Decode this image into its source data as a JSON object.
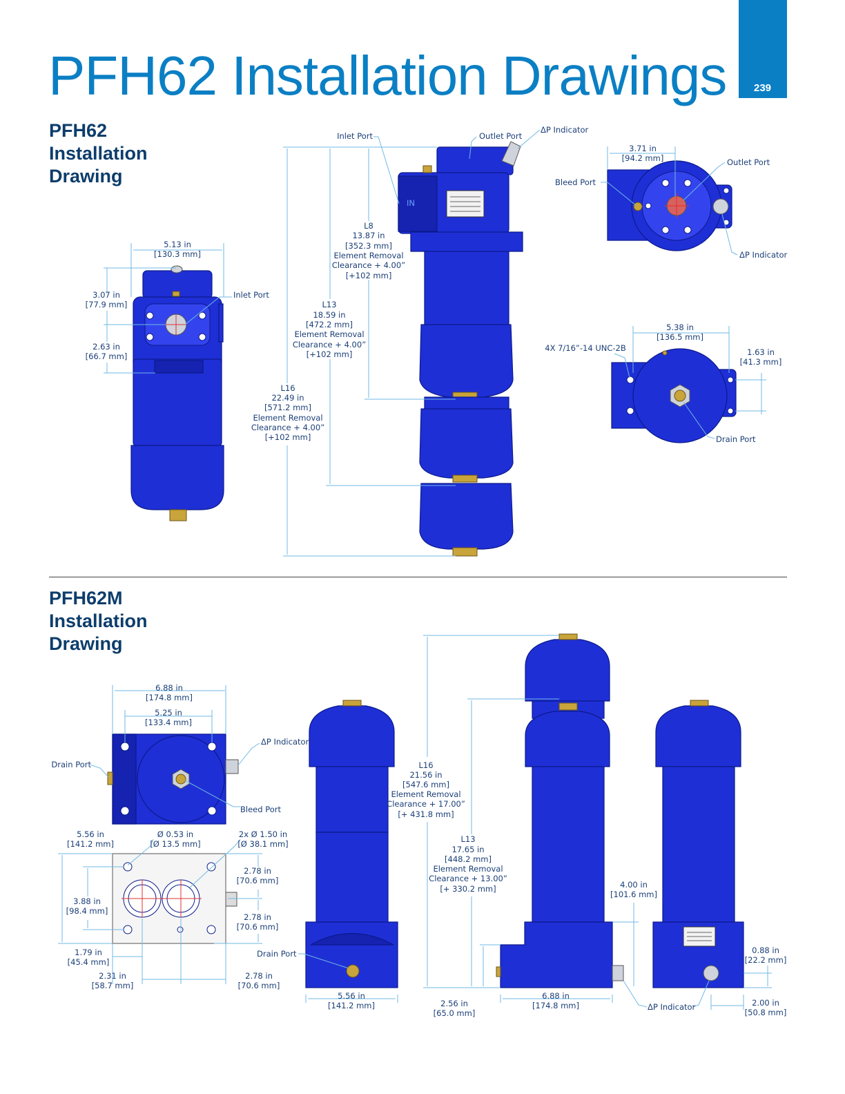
{
  "header": {
    "title": "PFH62 Installation Drawings",
    "page_number": "239"
  },
  "sections": [
    {
      "title_line1": "PFH62",
      "title_line2": "Installation",
      "title_line3": "Drawing"
    },
    {
      "title_line1": "PFH62M",
      "title_line2": "Installation",
      "title_line3": "Drawing"
    }
  ],
  "pfh62": {
    "inlet_port": "Inlet Port",
    "outlet_port": "Outlet Port",
    "dp_indicator": "ΔP Indicator",
    "bleed_port": "Bleed Port",
    "drain_port": "Drain Port",
    "in_mark": "IN",
    "thread": "4X 7/16”-14 UNC-2B",
    "front_width": [
      "5.13 in",
      "[130.3 mm]"
    ],
    "front_h1": [
      "3.07 in",
      "[77.9 mm]"
    ],
    "front_h2": [
      "2.63 in",
      "[66.7 mm]"
    ],
    "l8": [
      "L8",
      "13.87 in",
      "[352.3 mm]",
      "Element Removal",
      "Clearance + 4.00”",
      "[+102 mm]"
    ],
    "l13": [
      "L13",
      "18.59 in",
      "[472.2 mm]",
      "Element Removal",
      "Clearance + 4.00”",
      "[+102 mm]"
    ],
    "l16": [
      "L16",
      "22.49 in",
      "[571.2 mm]",
      "Element Removal",
      "Clearance + 4.00”",
      "[+102 mm]"
    ],
    "top_width": [
      "3.71 in",
      "[94.2 mm]"
    ],
    "bottom_width": [
      "5.38 in",
      "[136.5 mm]"
    ],
    "bottom_offset": [
      "1.63 in",
      "[41.3 mm]"
    ]
  },
  "pfh62m": {
    "drain_port": "Drain Port",
    "dp_indicator": "ΔP Indicator",
    "bleed_port": "Bleed Port",
    "top_w1": [
      "6.88 in",
      "[174.8 mm]"
    ],
    "top_w2": [
      "5.25 in",
      "[133.4 mm]"
    ],
    "plan_w": [
      "5.56 in",
      "[141.2 mm]"
    ],
    "bolt_dia": [
      "Ø 0.53 in",
      "[Ø 13.5 mm]"
    ],
    "port_dia": [
      "2x Ø 1.50 in",
      "[Ø 38.1 mm]"
    ],
    "plan_r1": [
      "2.78 in",
      "[70.6 mm]"
    ],
    "plan_r2": [
      "2.78 in",
      "[70.6 mm]"
    ],
    "plan_h": [
      "3.88 in",
      "[98.4 mm]"
    ],
    "plan_x1": [
      "1.79 in",
      "[45.4 mm]"
    ],
    "plan_x2": [
      "2.31 in",
      "[58.7 mm]"
    ],
    "plan_x3": [
      "2.78 in",
      "[70.6 mm]"
    ],
    "base_w1": [
      "5.56 in",
      "[141.2 mm]"
    ],
    "l16": [
      "L16",
      "21.56 in",
      "[547.6 mm]",
      "Element Removal",
      "Clearance + 17.00”",
      "[+ 431.8 mm]"
    ],
    "l13": [
      "L13",
      "17.65 in",
      "[448.2 mm]",
      "Element Removal",
      "Clearance + 13.00”",
      "[+ 330.2 mm]"
    ],
    "base_h": [
      "4.00 in",
      "[101.6 mm]"
    ],
    "base_w2": [
      "6.88 in",
      "[174.8 mm]"
    ],
    "base_off": [
      "2.56 in",
      "[65.0 mm]"
    ],
    "side_h": [
      "0.88 in",
      "[22.2 mm]"
    ],
    "side_w": [
      "2.00 in",
      "[50.8 mm]"
    ]
  }
}
